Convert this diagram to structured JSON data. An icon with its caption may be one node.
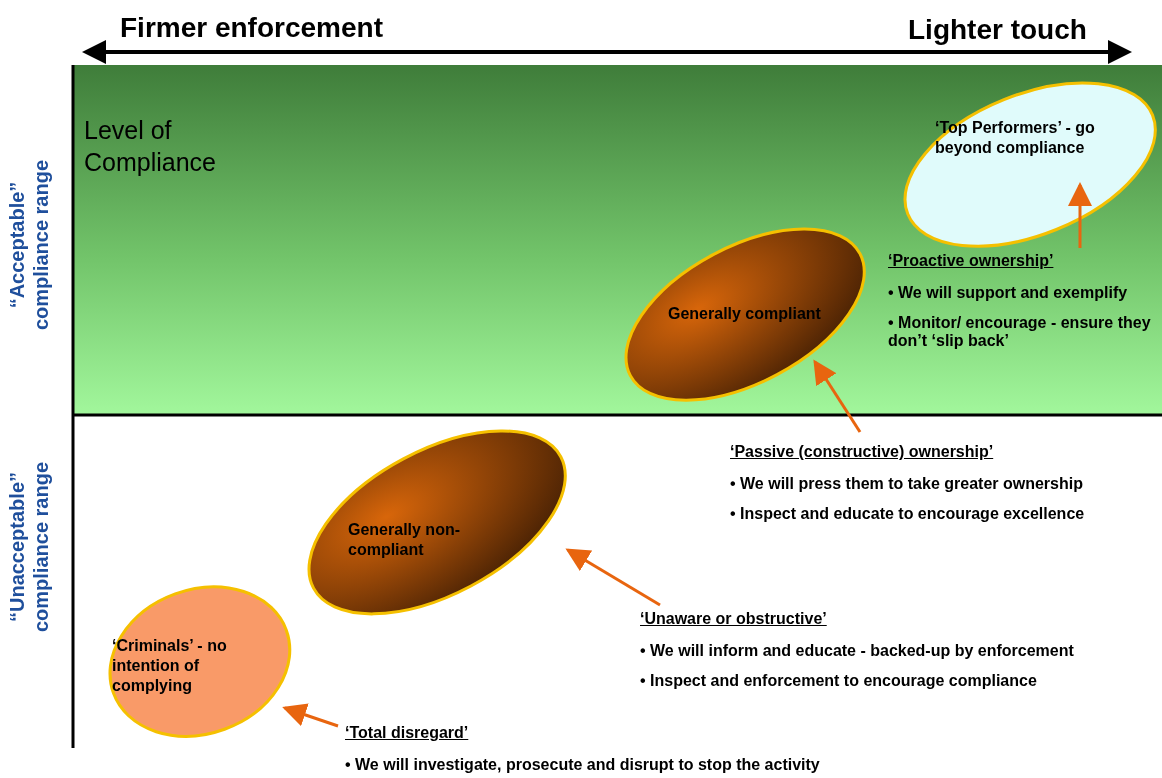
{
  "diagram": {
    "nodes": [
      {
        "text": [
          "‘Top Performers’ - go beyond compliance"
        ]
      },
      {
        "text": [
          "Generally compliant"
        ]
      },
      {
        "text": [
          "Generally non-compliant"
        ]
      },
      {
        "text": [
          "‘Criminals’ - no intention of complying"
        ]
      },
      {
        "text": [
          "‘Proactive ownership’",
          "• We will support and exemplify",
          "• Monitor/ encourage - ensure they don’t ‘slip back’"
        ]
      },
      {
        "text": [
          "‘Passive (constructive) ownership’",
          "• We will press them to take greater ownership",
          "• Inspect and educate to encourage excellence"
        ]
      },
      {
        "text": [
          "‘Unaware or obstructive’",
          "• We will inform and educate - backed-up by enforcement",
          "• Inspect and enforcement to encourage compliance"
        ]
      },
      {
        "text": [
          "‘Total disregard’",
          "• We will investigate, prosecute and disrupt to stop the activity"
        ]
      }
    ],
    "edges": [
      {
        "from": 4,
        "to": 0,
        "arrow": "to"
      },
      {
        "from": 5,
        "to": 1,
        "arrow": "to"
      },
      {
        "from": 6,
        "to": 2,
        "arrow": "to"
      },
      {
        "from": 7,
        "to": 3,
        "arrow": "to"
      }
    ],
    "labels": [
      "Firmer enforcement",
      "Lighter touch",
      "Level of Compliance",
      "“Acceptable” compliance range",
      "“Unacceptable” compliance range"
    ]
  }
}
